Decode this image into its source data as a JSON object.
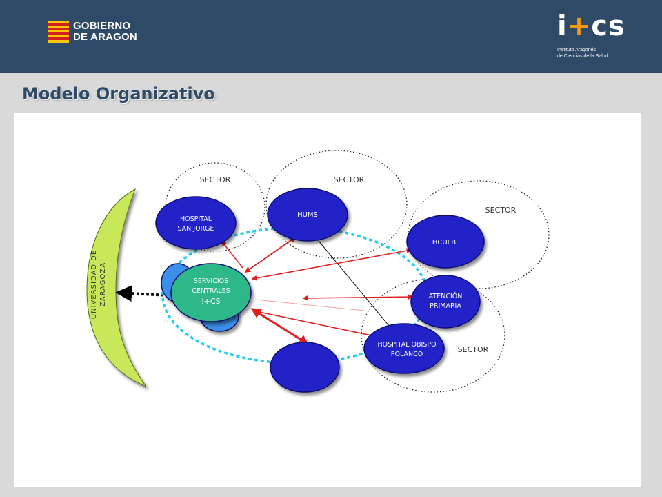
{
  "header": {
    "gov_logo_line1": "GOBIERNO",
    "gov_logo_line2": "DE ARAGON",
    "ics_logo": "i+cs",
    "ics_subtitle_line1": "Instituto Aragonés",
    "ics_subtitle_line2": "de Ciencias de la Salud"
  },
  "page": {
    "title": "Modelo Organizativo"
  },
  "diagram": {
    "sectors": [
      "SECTOR",
      "SECTOR",
      "SECTOR",
      "SECTOR"
    ],
    "university": {
      "line1": "UNIVERSIDAD DE",
      "line2": "ZARAGOZA"
    },
    "central": {
      "line1": "SERVICIOS",
      "line2": "CENTRALES",
      "line3": "I+CS"
    },
    "nodes": {
      "hsj_line1": "HOSPITAL",
      "hsj_line2": "SAN JORGE",
      "hums": "HUMS",
      "hculb": "HCULB",
      "ap_line1": "ATENCIÓN",
      "ap_line2": "PRIMARIA",
      "hop_line1": "HOSPITAL OBISPO",
      "hop_line2": "POLANCO"
    },
    "colors": {
      "node": "#2323c8",
      "node_dark": "#0a0a6e",
      "central": "#2fb88a",
      "central_back": "#3b8fe8",
      "university": "#c8e85a",
      "arrow": "#e02020",
      "ring": "#20d0f0"
    }
  }
}
